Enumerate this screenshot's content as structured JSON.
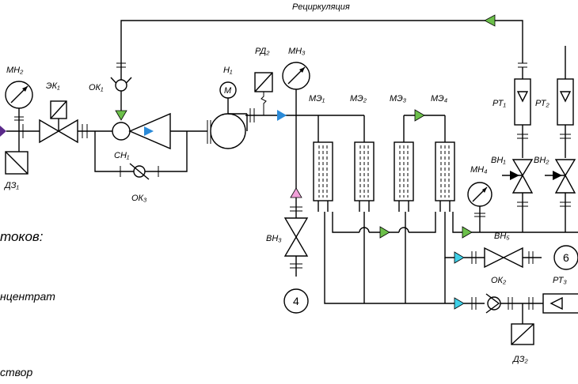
{
  "labels": {
    "recirculation": "Рециркуляция",
    "mn2": "МН₂",
    "ek1": "ЭК₁",
    "ok1": "ОК₁",
    "sn1": "СН₁",
    "ok3": "ОК₃",
    "dz1": "ДЗ₁",
    "n1": "Н₁",
    "rd2": "РД₂",
    "mn3": "МН₃",
    "vn3": "ВН₃",
    "me1": "МЭ₁",
    "me2": "МЭ₂",
    "me3": "МЭ₃",
    "me4": "МЭ₄",
    "rt1": "РТ₁",
    "rt2": "РТ₂",
    "rt3": "РТ₃",
    "vn1": "ВН₁",
    "vn2": "ВН₂",
    "mn4": "МН₄",
    "vn5": "ВН₅",
    "ok2": "ОК₂",
    "dz2": "ДЗ₂",
    "m": "М"
  },
  "legend": {
    "title_fragment": "токов:",
    "item1_fragment": "нцентрат",
    "item2_fragment": "створ"
  },
  "nodes": {
    "n4": "4",
    "n6": "6"
  },
  "colors": {
    "green": "#6cc04a",
    "blue": "#2a8ad8",
    "purple": "#5a2a8a",
    "cyan": "#3fd0e8",
    "pink": "#f0a0d8"
  }
}
